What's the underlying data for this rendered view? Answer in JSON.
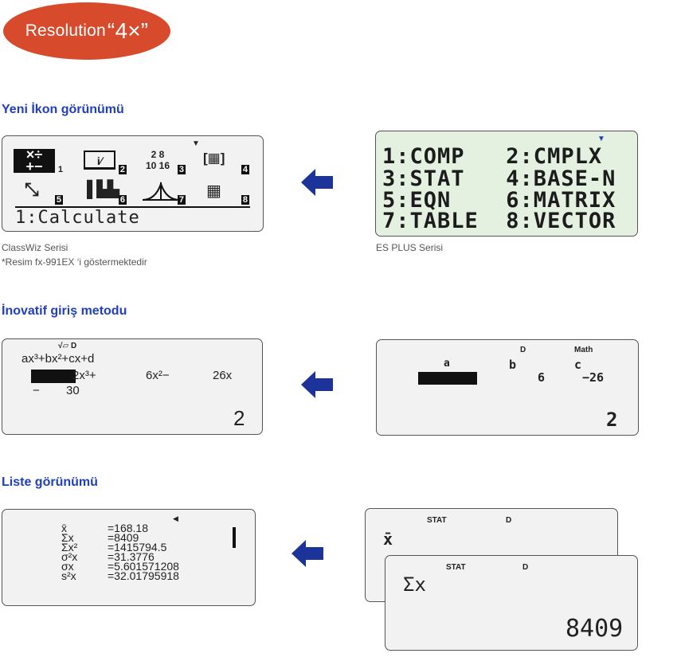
{
  "badge": {
    "prefix": "Resolution",
    "emph": "“4×”"
  },
  "sections": {
    "icons": "Yeni İkon görünümü",
    "input": "İnovatif giriş metodu",
    "list": "Liste görünümü"
  },
  "captions": {
    "classwiz": "ClassWiz Serisi",
    "classwiz_note": "*Resim fx-991EX ‘i göstermektedir",
    "esplus": "ES PLUS Serisi"
  },
  "classwiz_menu": {
    "icons": [
      {
        "num": "1"
      },
      {
        "num": "2"
      },
      {
        "num": "3",
        "top": "2 8",
        "bottom": "10 16"
      },
      {
        "num": "4"
      },
      {
        "num": "5"
      },
      {
        "num": "6"
      },
      {
        "num": "7"
      },
      {
        "num": "8"
      }
    ],
    "bottom_line": "1:Calculate"
  },
  "esplus_menu": {
    "lines": [
      "1:COMP   2:CMPLX",
      "3:STAT   4:BASE-N",
      "5:EQN    6:MATRIX",
      "7:TABLE  8:VECTOR"
    ]
  },
  "classwiz_input": {
    "status": "√▱ D",
    "equation": "ax³+bx²+cx+d",
    "term1": "2x³+",
    "term2": "6x²−",
    "term3": "26x",
    "row2a": "−",
    "row2b": "30",
    "result": "2"
  },
  "esplus_input": {
    "status_d": "D",
    "status_math": "Math",
    "label_a": "a",
    "label_b": "b",
    "label_c": "c",
    "val_b": "6",
    "val_c": "−26",
    "result": "2"
  },
  "classwiz_stats": {
    "rows": [
      {
        "label": "x̄",
        "value": "=168.18"
      },
      {
        "label": "Σx",
        "value": "=8409"
      },
      {
        "label": "Σx²",
        "value": "=1415794.5"
      },
      {
        "label": "σ²x",
        "value": "=31.3776"
      },
      {
        "label": "σx",
        "value": "=5.601571208"
      },
      {
        "label": "s²x",
        "value": "=32.01795918"
      }
    ]
  },
  "esplus_stats": {
    "back_status": "STAT",
    "back_d": "D",
    "back_label": "x̄",
    "front_status": "STAT",
    "front_d": "D",
    "front_label": "Σx",
    "front_value": "8409"
  },
  "colors": {
    "accent": "#1f3fbf",
    "badge": "#d84a2c",
    "arrow": "#1c3399"
  }
}
